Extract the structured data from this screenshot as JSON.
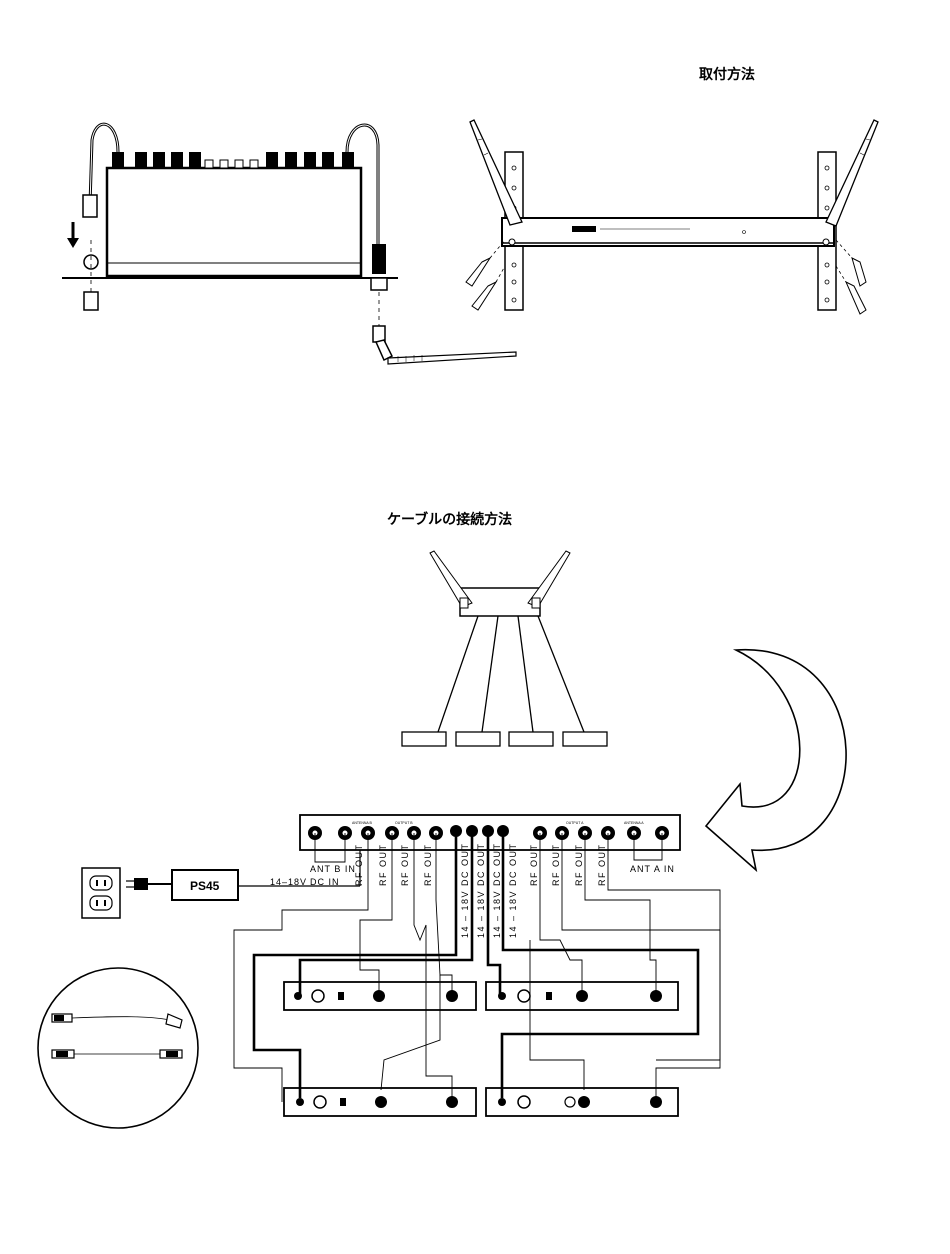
{
  "titles": {
    "mounting": "取付方法",
    "cable_connection": "ケーブルの接続方法"
  },
  "labels": {
    "ps45": "PS45",
    "dc_in_voltage": "14–18V",
    "dc_in": "DC   IN",
    "ant_b_in": "ANT B  IN",
    "ant_a_in": "ANT A  IN",
    "rf_out": "RF  OUT",
    "dc_out": "14 – 18V  DC  OUT",
    "ant_b_block": "ANTENNA B",
    "ant_a_block": "ANTENNA A",
    "output_b": "OUTPUT B",
    "output_a": "OUTPUT A"
  },
  "colors": {
    "ink": "#000000",
    "paper": "#ffffff",
    "gray_fill": "#d8d8d8"
  }
}
